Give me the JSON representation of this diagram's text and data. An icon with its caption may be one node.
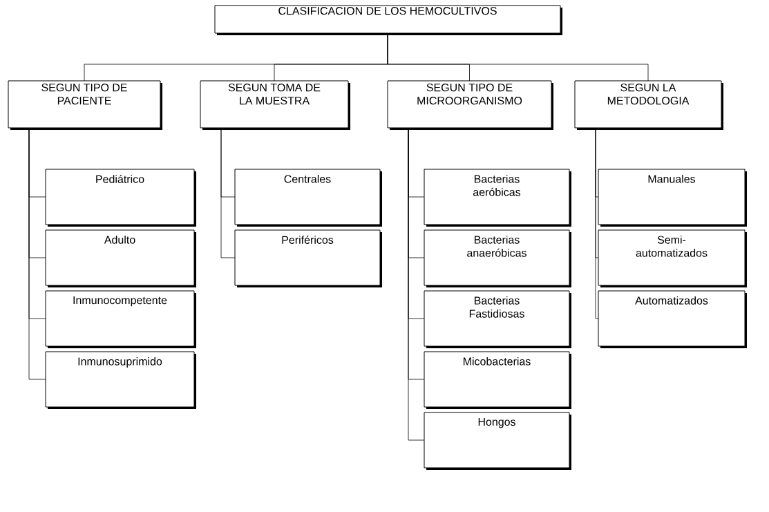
{
  "diagram": {
    "nodes": [
      {
        "text": [
          "CLASIFICACION DE LOS HEMOCULTIVOS"
        ]
      },
      {
        "text": [
          "SEGUN TIPO DE PACIENTE"
        ]
      },
      {
        "text": [
          "SEGUN TOMA DE LA MUESTRA"
        ]
      },
      {
        "text": [
          "SEGUN TIPO DE MICROORGANISMO"
        ]
      },
      {
        "text": [
          "SEGUN LA METODOLOGIA"
        ]
      },
      {
        "text": [
          "Pediátrico"
        ]
      },
      {
        "text": [
          "Adulto"
        ]
      },
      {
        "text": [
          "Inmunocompetente"
        ]
      },
      {
        "text": [
          "Inmunosuprimido"
        ]
      },
      {
        "text": [
          "Centrales"
        ]
      },
      {
        "text": [
          "Periféricos"
        ]
      },
      {
        "text": [
          "Bacterias aeróbicas"
        ]
      },
      {
        "text": [
          "Bacterias anaeróbicas"
        ]
      },
      {
        "text": [
          "Bacterias Fastidiosas"
        ]
      },
      {
        "text": [
          "Micobacterias"
        ]
      },
      {
        "text": [
          "Hongos"
        ]
      },
      {
        "text": [
          "Manuales"
        ]
      },
      {
        "text": [
          "Semi-automatizados"
        ]
      },
      {
        "text": [
          "Automatizados"
        ]
      }
    ],
    "edges": [
      {
        "from": 0,
        "to": 1,
        "arrow": "none"
      },
      {
        "from": 0,
        "to": 2,
        "arrow": "none"
      },
      {
        "from": 0,
        "to": 3,
        "arrow": "none"
      },
      {
        "from": 0,
        "to": 4,
        "arrow": "none"
      },
      {
        "from": 1,
        "to": 5,
        "arrow": "none"
      },
      {
        "from": 1,
        "to": 6,
        "arrow": "none"
      },
      {
        "from": 1,
        "to": 7,
        "arrow": "none"
      },
      {
        "from": 1,
        "to": 8,
        "arrow": "none"
      },
      {
        "from": 2,
        "to": 9,
        "arrow": "none"
      },
      {
        "from": 2,
        "to": 10,
        "arrow": "none"
      },
      {
        "from": 3,
        "to": 11,
        "arrow": "none"
      },
      {
        "from": 3,
        "to": 12,
        "arrow": "none"
      },
      {
        "from": 3,
        "to": 13,
        "arrow": "none"
      },
      {
        "from": 3,
        "to": 14,
        "arrow": "none"
      },
      {
        "from": 3,
        "to": 15,
        "arrow": "none"
      },
      {
        "from": 4,
        "to": 16,
        "arrow": "none"
      },
      {
        "from": 4,
        "to": 17,
        "arrow": "none"
      },
      {
        "from": 4,
        "to": 18,
        "arrow": "none"
      }
    ]
  }
}
